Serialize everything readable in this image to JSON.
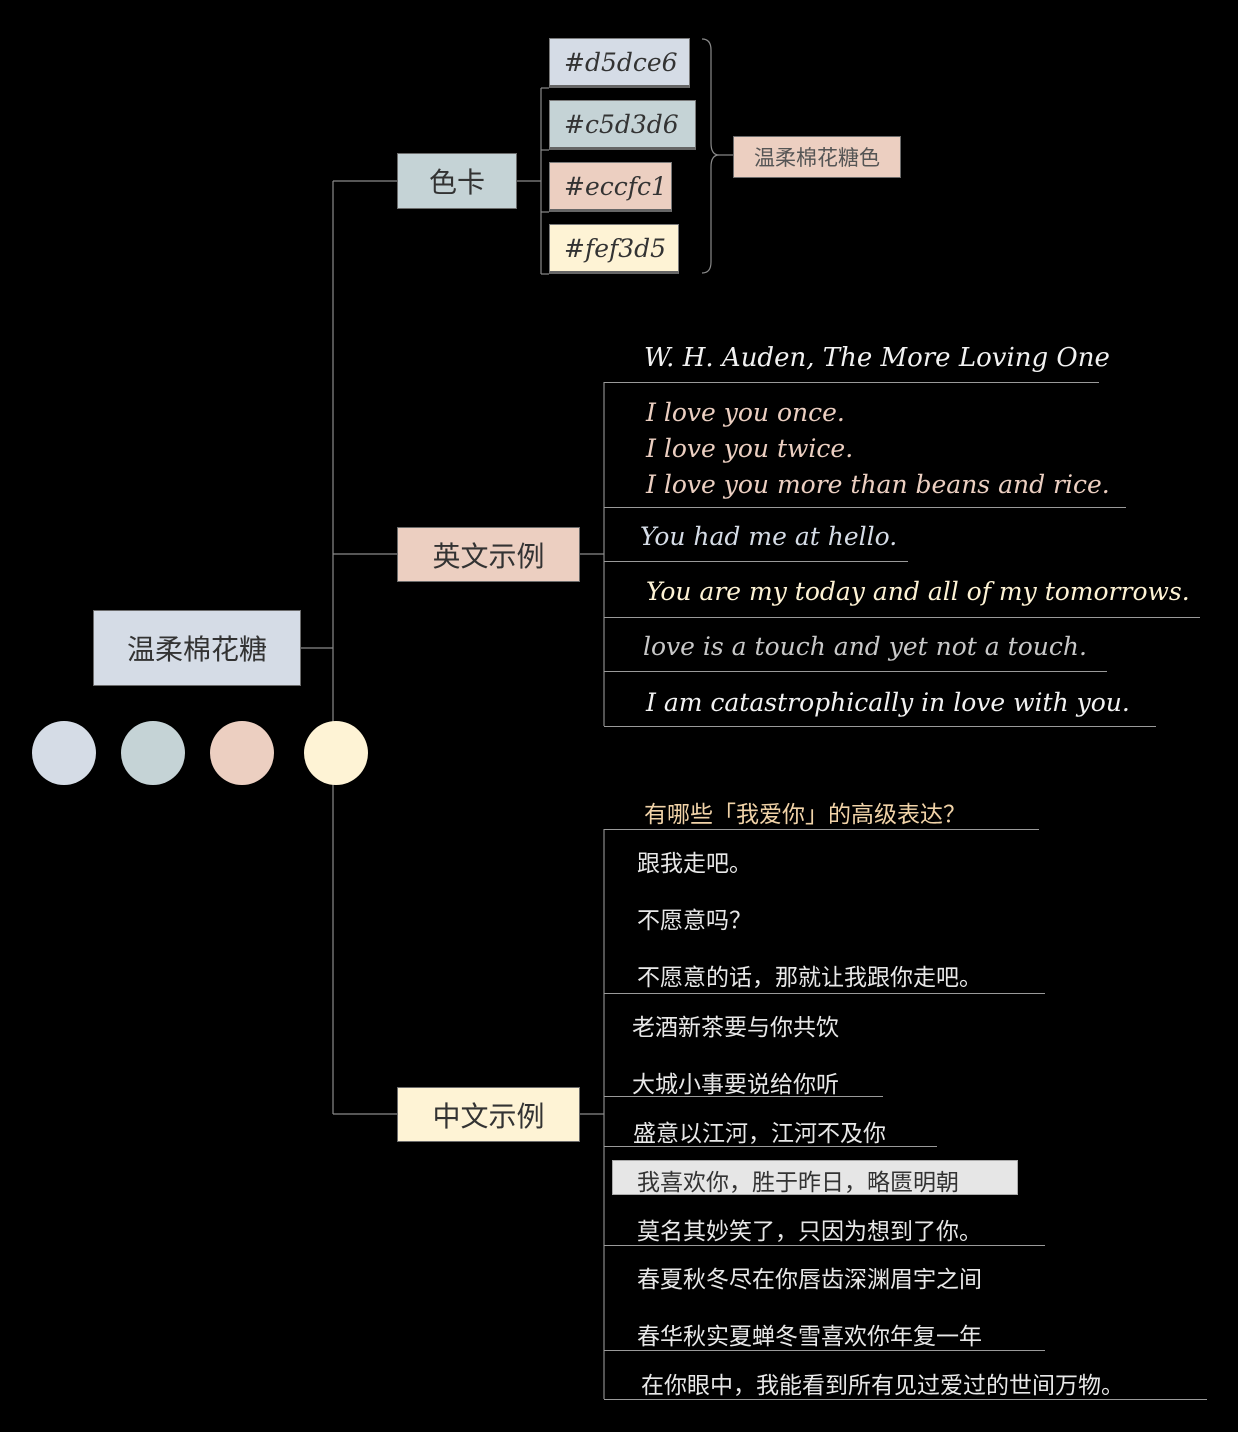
{
  "root": {
    "label": "温柔棉花糖"
  },
  "palette": {
    "swatches": [
      "#d5dce6",
      "#c5d3d6",
      "#eccfc1",
      "#fef3d5"
    ],
    "circle_colors": [
      "#d5dce6",
      "#c5d3d6",
      "#eccfc1",
      "#fef3d5"
    ]
  },
  "branches": {
    "colorcard": {
      "label": "色卡",
      "bg": "#c5d3d6"
    },
    "english": {
      "label": "英文示例",
      "bg": "#eccfc1"
    },
    "chinese": {
      "label": "中文示例",
      "bg": "#fef3d5"
    }
  },
  "colorcard": {
    "swatch_labels": [
      "#d5dce6",
      "#c5d3d6",
      "#eccfc1",
      "#fef3d5"
    ],
    "summary": "温柔棉花糖色"
  },
  "english": {
    "items": [
      "W. H. Auden, The More Loving One",
      "I love you once.",
      "I love you twice.",
      "I love you more than beans and rice.",
      "You had me at hello.",
      "You are my today and all of my tomorrows.",
      "love is a touch and yet not a touch.",
      "I am catastrophically in love with you."
    ]
  },
  "chinese": {
    "items": [
      "有哪些「我爱你」的高级表达？",
      "跟我走吧。",
      "不愿意吗？",
      "不愿意的话，那就让我跟你走吧。",
      "老酒新茶要与你共饮",
      "大城小事要说给你听",
      "盛意以江河，江河不及你",
      "我喜欢你，胜于昨日，略匮明朝",
      "莫名其妙笑了，只因为想到了你。",
      "春夏秋冬尽在你唇齿深渊眉宇之间",
      "春华秋实夏蝉冬雪喜欢你年复一年",
      "在你眼中，我能看到所有见过爱过的世间万物。"
    ]
  },
  "text_colors": {
    "highlight": "#fef3d5",
    "peach": "#eccfc1",
    "blue": "#d5dce6",
    "gray": "#c8c8c8",
    "white": "#f2f2f2",
    "gold": "#f1d3a8",
    "selected_bg": "#e6e6e6"
  }
}
